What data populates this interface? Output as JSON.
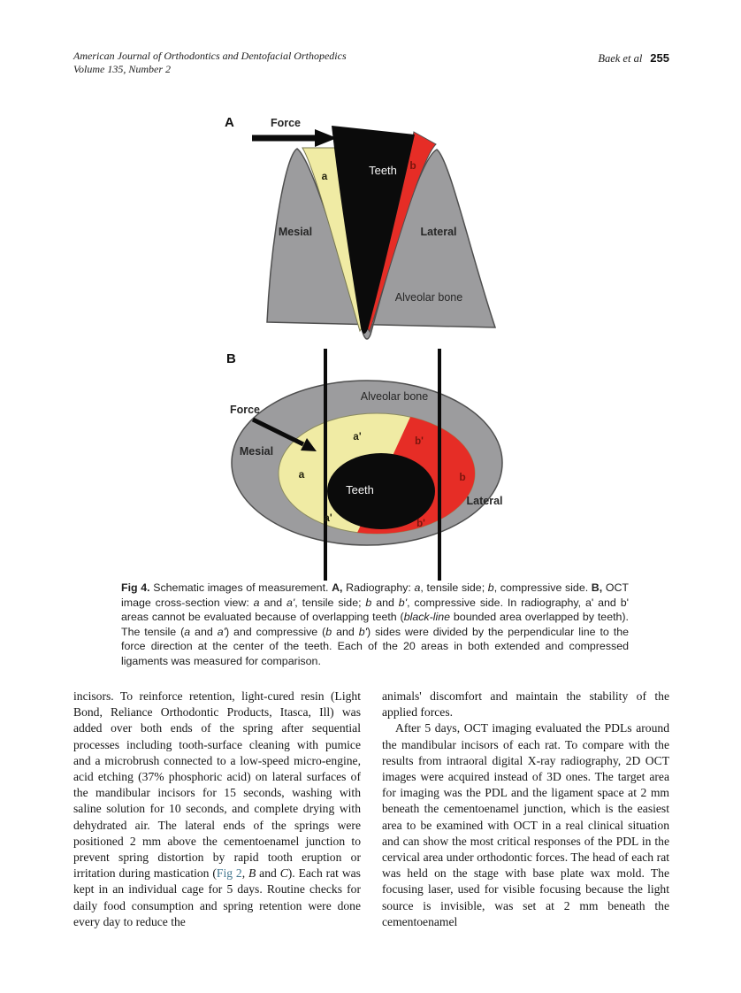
{
  "theme": {
    "bone_gray": "#9c9c9e",
    "pdl_yellow": "#f0eba4",
    "compress_red": "#e62d26",
    "tooth_black": "#0b0b0b",
    "outline_dark": "#4f4f4f",
    "label_dark_red": "#7a150d",
    "link_teal": "#41768e",
    "text_black": "#161616"
  },
  "header": {
    "journal": "American Journal of Orthodontics and Dentofacial Orthopedics",
    "volume": "Volume 135, Number 2",
    "authors": "Baek et al",
    "page_number": "255"
  },
  "figure": {
    "panel_a": {
      "label": "A",
      "force": "Force",
      "teeth": "Teeth",
      "mesial": "Mesial",
      "lateral": "Lateral",
      "alveolar_bone": "Alveolar bone",
      "area_a": "a",
      "area_b": "b"
    },
    "panel_b": {
      "label": "B",
      "force": "Force",
      "teeth": "Teeth",
      "mesial": "Mesial",
      "lateral": "Lateral",
      "alveolar_bone": "Alveolar bone",
      "area_a": "a",
      "area_b": "b",
      "area_a_prime_top": "a'",
      "area_a_prime_bottom": "a'",
      "area_b_prime_top": "b'",
      "area_b_prime_bottom": "b'"
    }
  },
  "caption": {
    "segments": [
      {
        "t": "Fig 4.",
        "s": "b"
      },
      {
        "t": "  Schematic images of measurement. "
      },
      {
        "t": "A,",
        "s": "b"
      },
      {
        "t": " Radiography: "
      },
      {
        "t": "a",
        "s": "i"
      },
      {
        "t": ", tensile side; "
      },
      {
        "t": "b",
        "s": "i"
      },
      {
        "t": ", compressive side. "
      },
      {
        "t": "B,",
        "s": "b"
      },
      {
        "t": " OCT image cross-section view: "
      },
      {
        "t": "a",
        "s": "i"
      },
      {
        "t": " and "
      },
      {
        "t": "a'",
        "s": "i"
      },
      {
        "t": ", tensile side; "
      },
      {
        "t": "b",
        "s": "i"
      },
      {
        "t": " and "
      },
      {
        "t": "b'",
        "s": "i"
      },
      {
        "t": ", compressive side. In radiography, a' and b' areas cannot be evaluated because of overlapping teeth ("
      },
      {
        "t": "black-line",
        "s": "i"
      },
      {
        "t": " bounded area overlapped by teeth). The tensile ("
      },
      {
        "t": "a",
        "s": "i"
      },
      {
        "t": " and "
      },
      {
        "t": "a'",
        "s": "i"
      },
      {
        "t": ") and compressive ("
      },
      {
        "t": "b",
        "s": "i"
      },
      {
        "t": " and "
      },
      {
        "t": "b'",
        "s": "i"
      },
      {
        "t": ") sides were divided by the perpendicular line to the force direction at the center of the teeth. Each of the 20 areas in both extended and compressed ligaments was measured for comparison."
      }
    ]
  },
  "columns": {
    "left": {
      "p1": [
        {
          "t": "incisors. To reinforce retention, light-cured resin (Light Bond, Reliance Orthodontic Products, Itasca, Ill) was added over both ends of the spring after sequential processes including tooth-surface cleaning with pumice and a microbrush connected to a low-speed micro-engine, acid etching (37% phosphoric acid) on lateral surfaces of the mandibular incisors for 15 seconds, washing with saline solution for 10 seconds, and complete drying with dehydrated air. The lateral ends of the springs were positioned 2 mm above the cementoenamel junction to prevent spring distortion by rapid tooth eruption or irritation during mastication ("
        },
        {
          "t": "Fig 2",
          "s": "link",
          "n": "fig2-link"
        },
        {
          "t": ", "
        },
        {
          "t": "B",
          "s": "i"
        },
        {
          "t": " and "
        },
        {
          "t": "C",
          "s": "i"
        },
        {
          "t": "). Each rat was kept in an individual cage for 5 days. Routine checks for daily food consumption and spring retention were done every day to reduce the"
        }
      ]
    },
    "right": {
      "p1": [
        {
          "t": "animals' discomfort and maintain the stability of the applied forces."
        }
      ],
      "p2": [
        {
          "t": "After 5 days, OCT imaging evaluated the PDLs around the mandibular incisors of each rat. To compare with the results from intraoral digital X-ray radiography, 2D OCT images were acquired instead of 3D ones. The target area for imaging was the PDL and the ligament space at 2 mm beneath the cementoenamel junction, which is the easiest area to be examined with OCT in a real clinical situation and can show the most critical responses of the PDL in the cervical area under orthodontic forces. The head of each rat was held on the stage with base plate wax mold. The focusing laser, used for visible focusing because the light source is invisible, was set at 2 mm beneath the cementoenamel"
        }
      ]
    }
  }
}
